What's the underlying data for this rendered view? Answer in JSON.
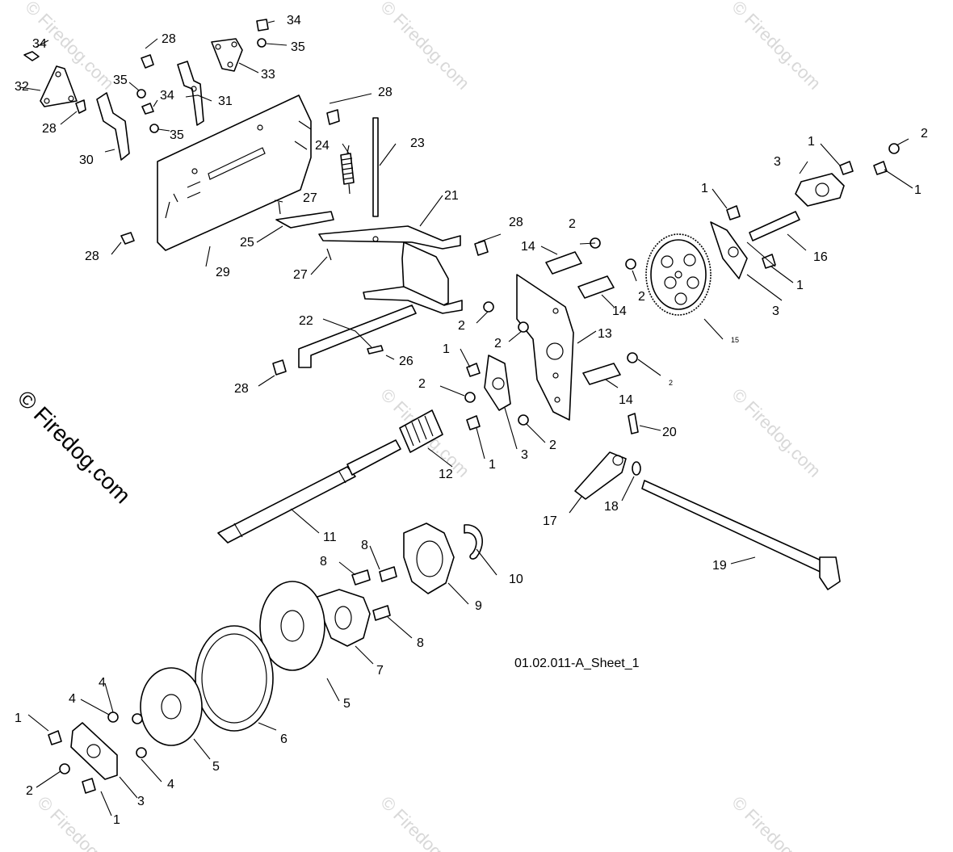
{
  "sheet_id": "01.02.011-A_Sheet_1",
  "watermark": "© Firedog.com",
  "callouts": [
    "1",
    "2",
    "3",
    "4",
    "5",
    "6",
    "7",
    "8",
    "9",
    "10",
    "11",
    "12",
    "13",
    "14",
    "15",
    "16",
    "17",
    "18",
    "19",
    "20",
    "21",
    "22",
    "23",
    "24",
    "25",
    "26",
    "27",
    "28",
    "29",
    "30",
    "31",
    "32",
    "33",
    "34",
    "35"
  ]
}
